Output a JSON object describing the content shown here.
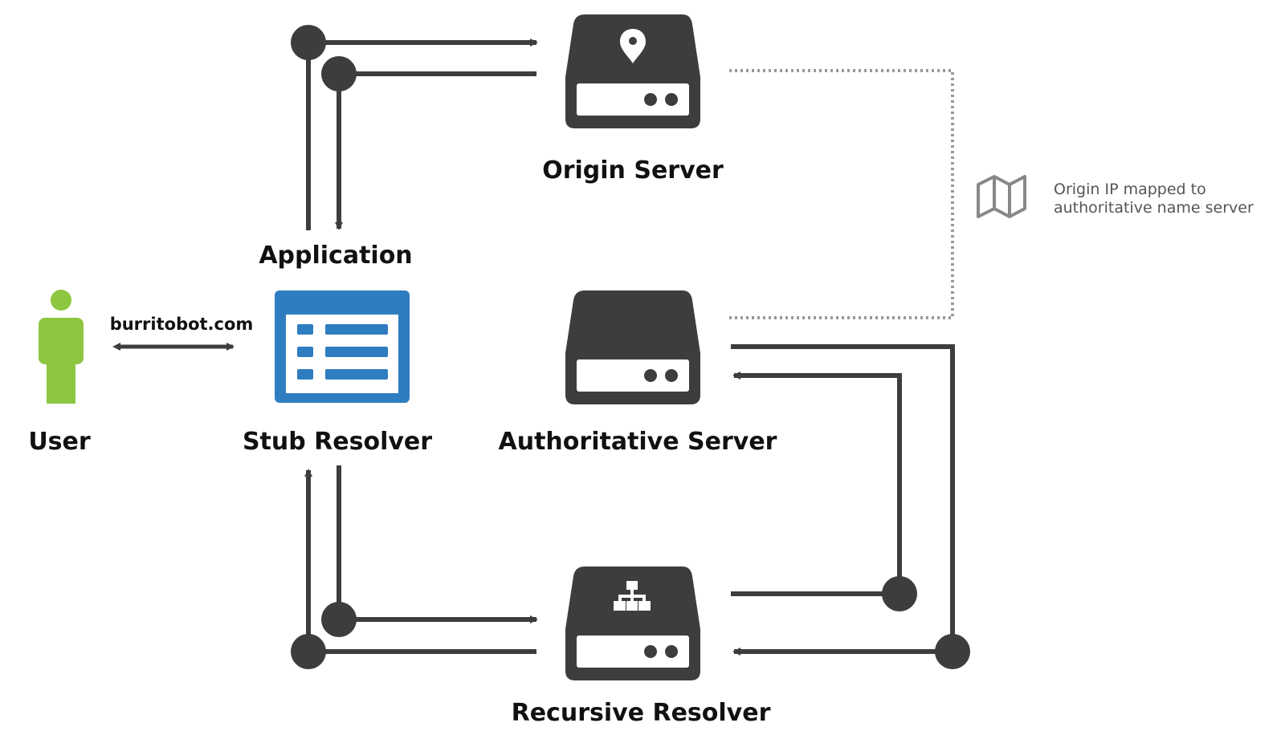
{
  "labels": {
    "origin_server": "Origin Server",
    "application": "Application",
    "user": "User",
    "domain": "burritobot.com",
    "stub_resolver": "Stub Resolver",
    "authoritative_server": "Authoritative Server",
    "recursive_resolver": "Recursive Resolver"
  },
  "note": {
    "line1": "Origin IP mapped to",
    "line2": "authoritative name server",
    "icon": "map-icon"
  },
  "icons": {
    "user": "person-icon",
    "stub_resolver": "list-window-icon",
    "origin_server": "server-location-pin-icon",
    "authoritative_server": "server-icon",
    "recursive_resolver": "server-sitemap-icon"
  },
  "colors": {
    "dark": "#3d3d3d",
    "user_green": "#8dc63f",
    "resolver_blue": "#2f7dc1",
    "dotted": "#999999"
  }
}
